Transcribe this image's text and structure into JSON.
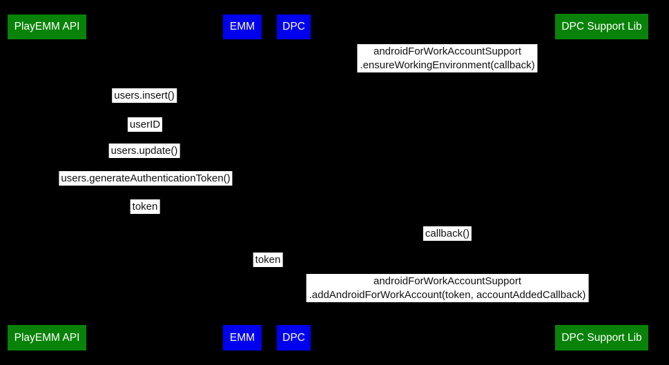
{
  "diagram": {
    "kind": "sequence-diagram",
    "colors": {
      "background": "#000000",
      "actor_green": "#088208",
      "actor_blue": "#0000EE",
      "actor_text": "#FFFFFF",
      "message_background": "#FFFFFF",
      "message_text": "#111111"
    },
    "actors": {
      "play_emm_api": "PlayEMM API",
      "emm": "EMM",
      "dpc": "DPC",
      "dpc_support_lib": "DPC Support Lib"
    },
    "messages": {
      "ensure_env": {
        "line1": "androidForWorkAccountSupport",
        "line2": ".ensureWorkingEnvironment(callback)"
      },
      "users_insert": "users.insert()",
      "user_id": "userID",
      "users_update": "users.update()",
      "generate_token": "users.generateAuthenticationToken()",
      "token_1": "token",
      "callback": "callback()",
      "token_2": "token",
      "add_account": {
        "line1": "androidForWorkAccountSupport",
        "line2": ".addAndroidForWorkAccount(token, accountAddedCallback)"
      }
    }
  }
}
